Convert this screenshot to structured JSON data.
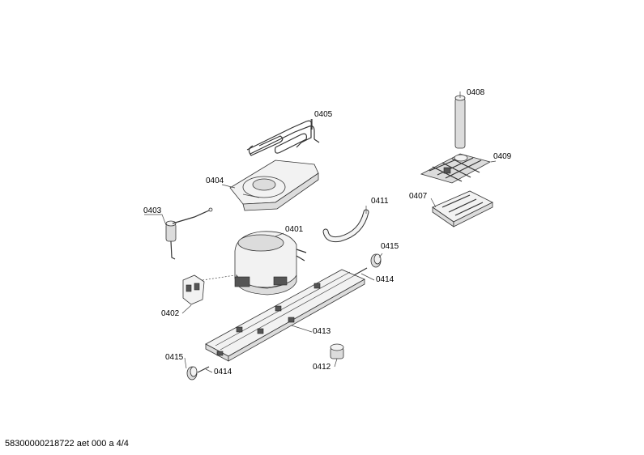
{
  "diagram": {
    "labels": {
      "p0401": "0401",
      "p0402": "0402",
      "p0403": "0403",
      "p0404": "0404",
      "p0405": "0405",
      "p0407": "0407",
      "p0408": "0408",
      "p0409": "0409",
      "p0411": "0411",
      "p0412": "0412",
      "p0413": "0413",
      "p0414a": "0414",
      "p0414b": "0414",
      "p0415a": "0415",
      "p0415b": "0415"
    },
    "footer": "58300000218722 aet 000 a 4/4"
  }
}
